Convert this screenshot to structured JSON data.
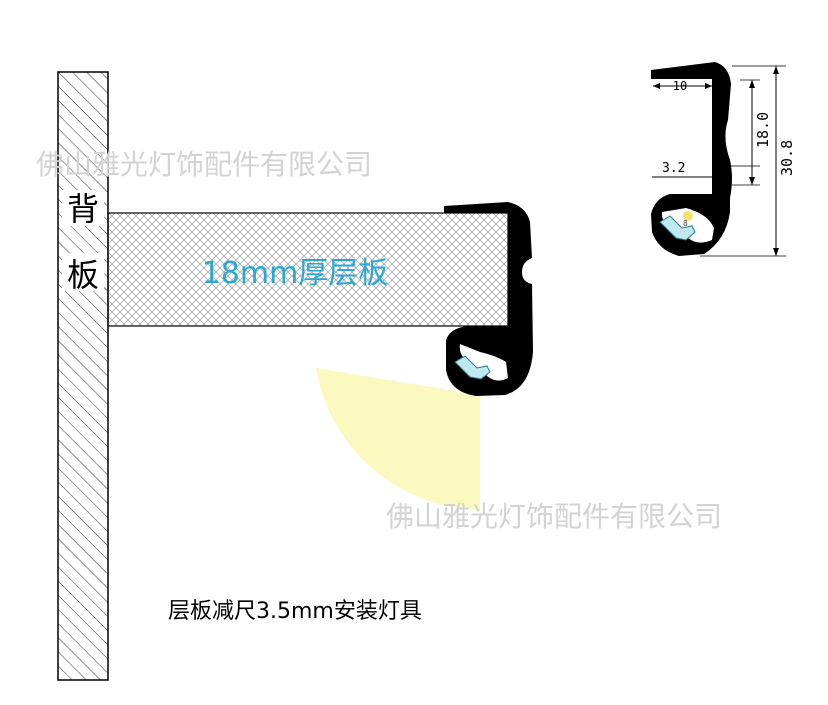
{
  "labels": {
    "back_panel": [
      "背",
      "板"
    ],
    "shelf": "18mm厚层板",
    "caption": "层板减尺3.5mm安装灯具"
  },
  "dimensions": {
    "width_top": "10",
    "thickness": "3.2",
    "height_inner": "18.0",
    "height_total": "30.8"
  },
  "watermark": "佛山雅光灯饰配件有限公司",
  "colors": {
    "profile": "#000000",
    "shelf_label": "#29a8d8",
    "light_beam": "#fbf8c0",
    "led_strip": "#bfe8ef"
  }
}
